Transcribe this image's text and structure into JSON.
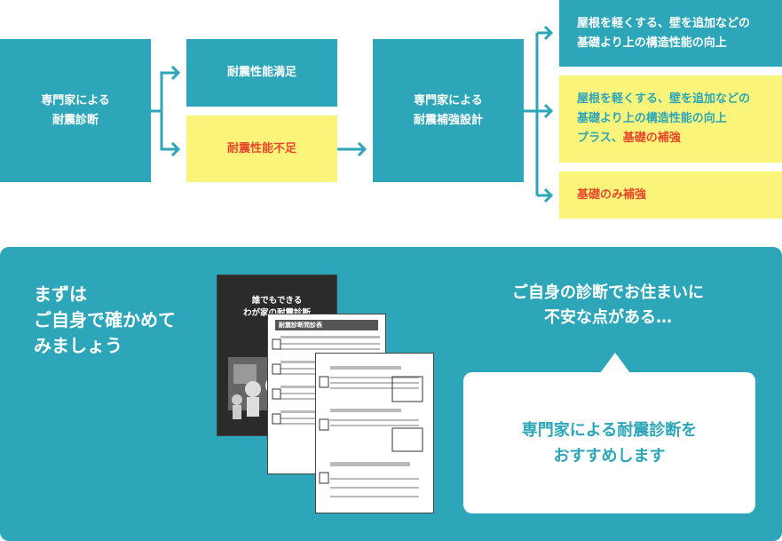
{
  "flow": {
    "start": [
      "専門家による",
      "耐震診断"
    ],
    "ok": "耐震性能満足",
    "ng": "耐震性能不足",
    "design": [
      "専門家による",
      "耐震補強設計"
    ],
    "option1": [
      "屋根を軽くする、壁を追加などの",
      "基礎より上の構造性能の向上"
    ],
    "option2": {
      "line1": "屋根を軽くする、壁を追加などの",
      "line2": "基礎より上の構造性能の向上",
      "line3_prefix": "プラス、",
      "line3_emph": "基礎の補強"
    },
    "option3": "基礎のみ補強"
  },
  "panel": {
    "intro": [
      "まずは",
      "ご自身で確かめて",
      "みましょう"
    ],
    "worry": [
      "ご自身の診断でお住まいに",
      "不安な点がある…"
    ],
    "recommend": [
      "専門家による耐震診断を",
      "おすすめします"
    ],
    "booklet_cover_title": [
      "誰でもできる",
      "わが家の耐震診断"
    ],
    "booklet_sheet_title": "耐震診断問診表"
  },
  "colors": {
    "teal": "#2ca6b8",
    "yellow": "#faf57a",
    "red": "#e8472d",
    "white": "#ffffff"
  }
}
